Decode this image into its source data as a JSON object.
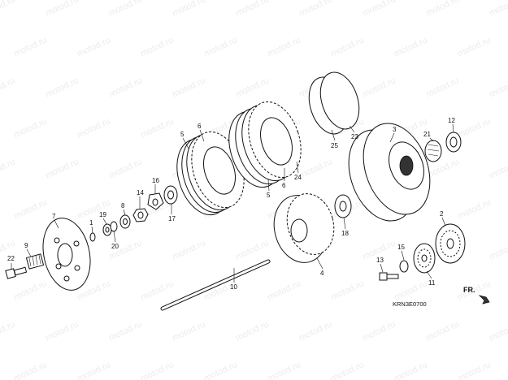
{
  "watermark": "motod.ru",
  "diagram_code": "KRN3E0700",
  "direction_label": "FR.",
  "callouts": {
    "c2": "2",
    "c3": "3",
    "c4": "4",
    "c5a": "5",
    "c5b": "5",
    "c6a": "6",
    "c6b": "6",
    "c7": "7",
    "c8": "8",
    "c9": "9",
    "c10": "10",
    "c11": "11",
    "c12": "12",
    "c13": "13",
    "c14": "14",
    "c15": "15",
    "c16": "16",
    "c17": "17",
    "c18": "18",
    "c19": "19",
    "c20": "20",
    "c21": "21",
    "c22": "22",
    "c23": "23",
    "c24": "24",
    "c25": "25",
    "c1": "1"
  }
}
